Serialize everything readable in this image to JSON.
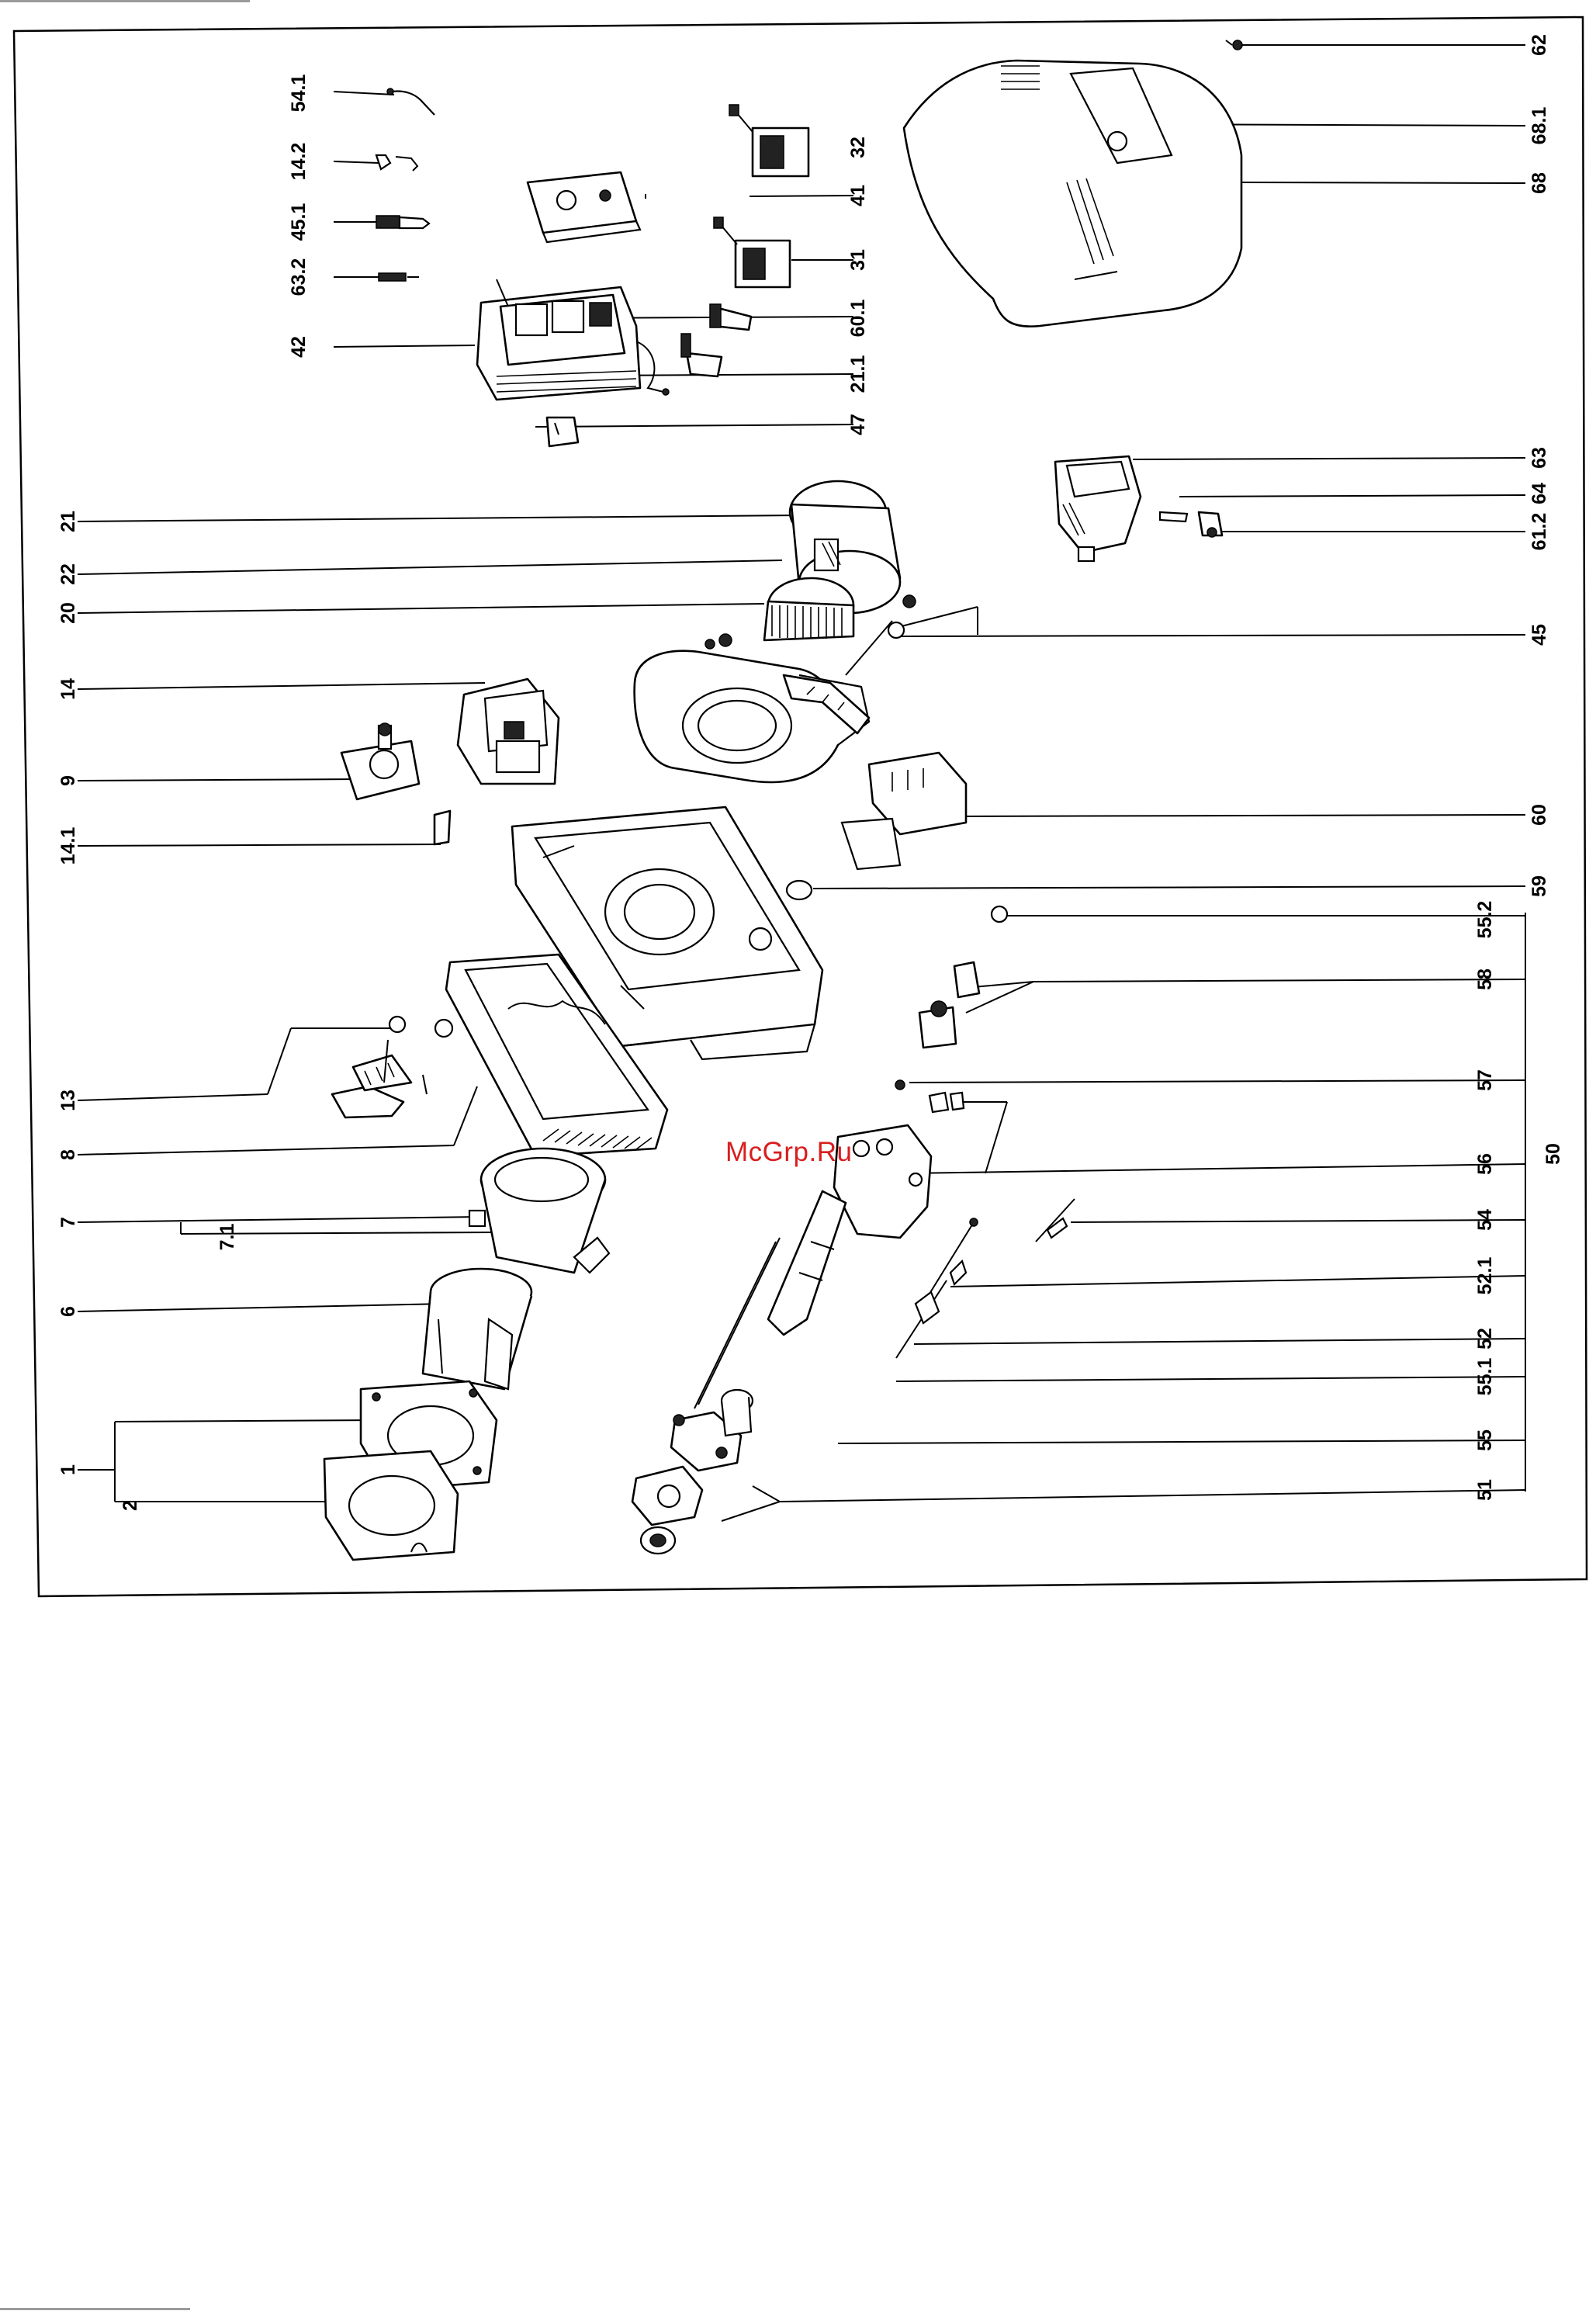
{
  "watermark": "McGrp.Ru",
  "parts": [
    {
      "id": "p1",
      "label": "1"
    },
    {
      "id": "p2",
      "label": "2"
    },
    {
      "id": "p6",
      "label": "6"
    },
    {
      "id": "p7",
      "label": "7"
    },
    {
      "id": "p7_1",
      "label": "7.1"
    },
    {
      "id": "p8",
      "label": "8"
    },
    {
      "id": "p9",
      "label": "9"
    },
    {
      "id": "p13",
      "label": "13"
    },
    {
      "id": "p14",
      "label": "14"
    },
    {
      "id": "p14_1",
      "label": "14.1"
    },
    {
      "id": "p14_2",
      "label": "14.2"
    },
    {
      "id": "p20",
      "label": "20"
    },
    {
      "id": "p21",
      "label": "21"
    },
    {
      "id": "p21_1",
      "label": "21.1"
    },
    {
      "id": "p22",
      "label": "22"
    },
    {
      "id": "p31",
      "label": "31"
    },
    {
      "id": "p32",
      "label": "32"
    },
    {
      "id": "p41",
      "label": "41"
    },
    {
      "id": "p42",
      "label": "42"
    },
    {
      "id": "p45",
      "label": "45"
    },
    {
      "id": "p45_1",
      "label": "45.1"
    },
    {
      "id": "p47",
      "label": "47"
    },
    {
      "id": "p50",
      "label": "50"
    },
    {
      "id": "p51",
      "label": "51"
    },
    {
      "id": "p52",
      "label": "52"
    },
    {
      "id": "p52_1",
      "label": "52.1"
    },
    {
      "id": "p54",
      "label": "54"
    },
    {
      "id": "p54_1",
      "label": "54.1"
    },
    {
      "id": "p55",
      "label": "55"
    },
    {
      "id": "p55_1",
      "label": "55.1"
    },
    {
      "id": "p55_2",
      "label": "55.2"
    },
    {
      "id": "p56",
      "label": "56"
    },
    {
      "id": "p57",
      "label": "57"
    },
    {
      "id": "p58",
      "label": "58"
    },
    {
      "id": "p59",
      "label": "59"
    },
    {
      "id": "p60",
      "label": "60"
    },
    {
      "id": "p60_1",
      "label": "60.1"
    },
    {
      "id": "p61_2",
      "label": "61.2"
    },
    {
      "id": "p62",
      "label": "62"
    },
    {
      "id": "p63",
      "label": "63"
    },
    {
      "id": "p63_2",
      "label": "63.2"
    },
    {
      "id": "p64",
      "label": "64"
    },
    {
      "id": "p68",
      "label": "68"
    },
    {
      "id": "p68_1",
      "label": "68.1"
    }
  ]
}
